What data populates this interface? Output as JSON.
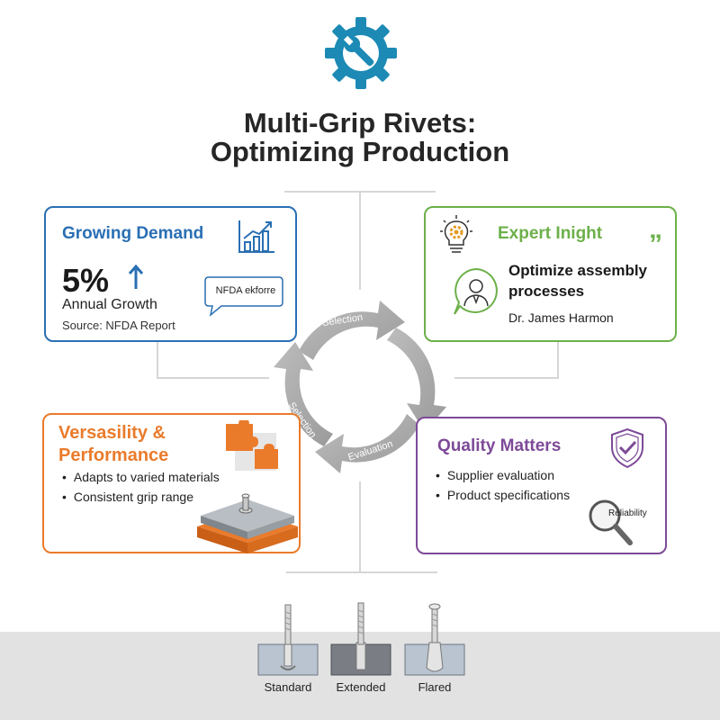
{
  "header": {
    "title_line1": "Multi-Grip Rivets:",
    "title_line2": "Optimizing Production"
  },
  "colors": {
    "blue": "#2a6fb4",
    "green": "#6cb04a",
    "orange": "#ea7b2b",
    "purple": "#7d4a98",
    "cycle_gray": "#a8a8a8",
    "icon_teal": "#1c8ab5"
  },
  "demand": {
    "title": "Growing Demand",
    "stat": "5%",
    "stat_label": "Annual Growth",
    "source": "Source: NFDA Report",
    "bubble": "NFDA ekforre",
    "icon": "bar-chart-growth-icon"
  },
  "expert": {
    "title": "Expert Inight",
    "quote": "Optimize assembly processes",
    "name": "Dr. James Harmon",
    "icon": "lightbulb-gear-icon"
  },
  "versatility": {
    "title_line1": "Versasility &",
    "title_line2": "Performance",
    "bullets": [
      "Adapts to varied materials",
      "Consistent grip range"
    ],
    "icon": "puzzle-pieces-icon"
  },
  "quality": {
    "title": "Quality Matters",
    "bullets": [
      "Supplier evaluation",
      "Product specifications"
    ],
    "magnifier_label": "Reliability",
    "icon": "shield-check-icon"
  },
  "cycle": {
    "labels": [
      "Selection",
      "Selection",
      "Evaluation"
    ]
  },
  "rivets": {
    "labels": [
      "Standard",
      "Extended",
      "Flared"
    ]
  }
}
